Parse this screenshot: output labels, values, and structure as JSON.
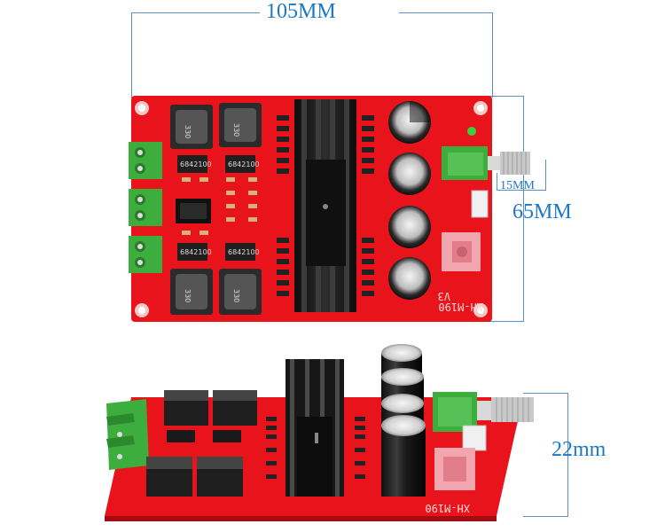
{
  "dimensions": {
    "width": "105MM",
    "height": "65MM",
    "knob_offset": "15MM",
    "depth": "22mm"
  },
  "board": {
    "model": "XH-M190",
    "version": "V3",
    "inductor_marking": "330",
    "chip_marking": "6842100"
  },
  "colors": {
    "pcb": "#e8131b",
    "dimension_text": "#1d78c8",
    "terminal": "#3dae3d",
    "heatsink": "#161616"
  }
}
